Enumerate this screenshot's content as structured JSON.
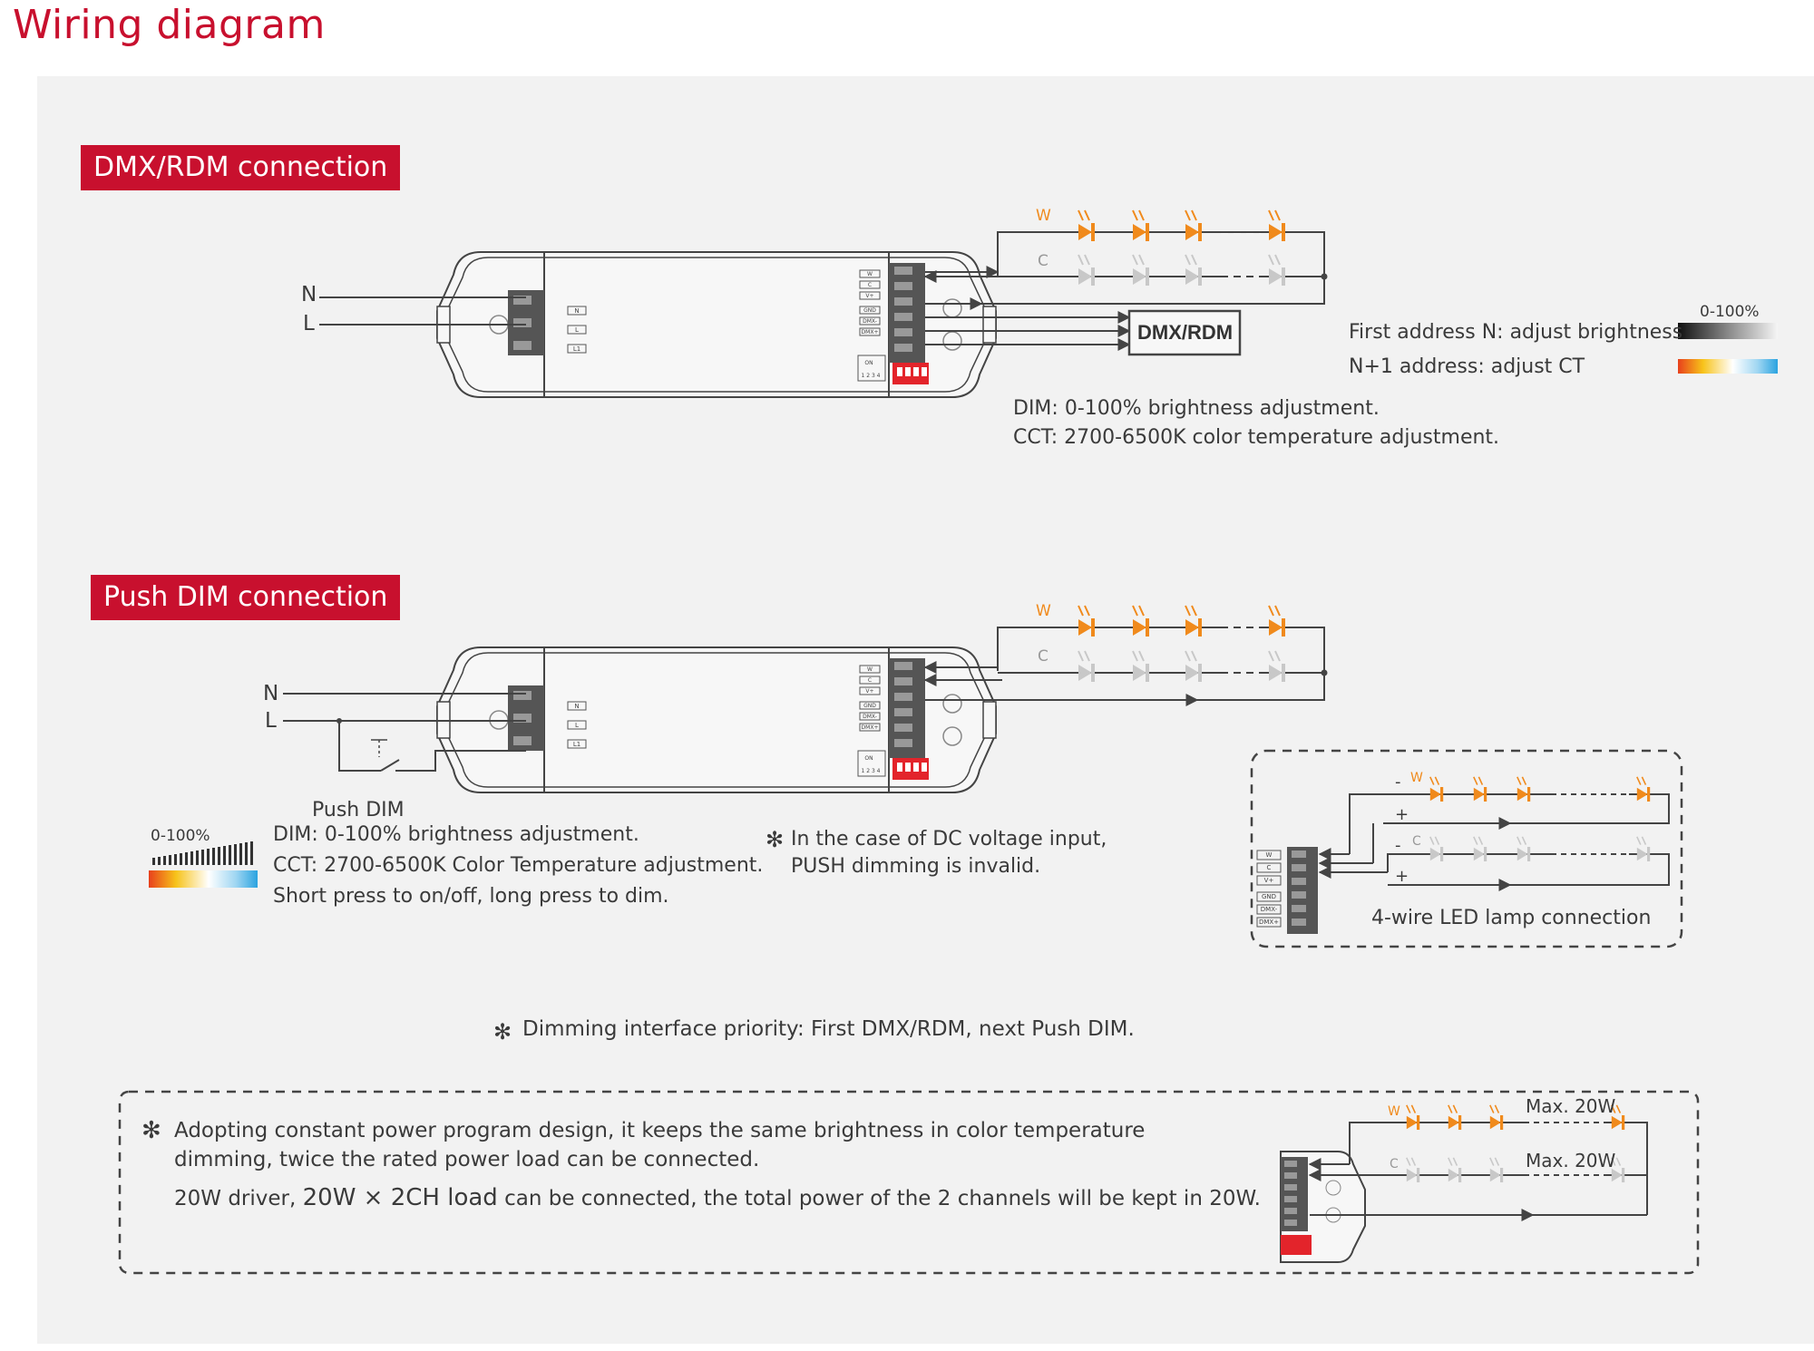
{
  "page_title": "Wiring diagram",
  "section1": {
    "tag": "DMX/RDM connection",
    "n_label": "N",
    "l_label": "L",
    "w_label": "W",
    "c_label": "C",
    "dmx_box": "DMX/RDM",
    "first_address": "First address N: adjust brightness",
    "second_address": "N+1 address: adjust CT",
    "range_label": "0-100%",
    "dim_line": "DIM: 0-100% brightness adjustment.",
    "cct_line": "CCT: 2700-6500K color temperature adjustment."
  },
  "section2": {
    "tag": "Push DIM connection",
    "n_label": "N",
    "l_label": "L",
    "w_label": "W",
    "c_label": "C",
    "push_dim_label": "Push DIM",
    "range_label": "0-100%",
    "dim_line": "DIM: 0-100% brightness adjustment.",
    "cct_line": "CCT: 2700-6500K Color Temperature adjustment.",
    "press_line": "Short press to on/off, long press to dim.",
    "dc_note_line1": "In the case of DC voltage input,",
    "dc_note_line2": "PUSH dimming is invalid."
  },
  "four_wire": {
    "caption": "4-wire LED lamp connection",
    "w_label": "W",
    "c_label": "C",
    "minus": "-",
    "plus": "+"
  },
  "priority_note": "Dimming interface priority: First DMX/RDM, next Push DIM.",
  "power_note": {
    "line1": "Adopting constant power program design, it keeps the same brightness in color temperature",
    "line2": "dimming, twice the rated power load can be connected.",
    "line3_pre": "20W driver,",
    "line3_highlight": "20W × 2CH load",
    "line3_post": "can be connected, the total power of the 2 channels will be kept in 20W.",
    "max_w": "Max. 20W",
    "max_c": "Max. 20W",
    "w_label": "W",
    "c_label": "C"
  },
  "terminal_labels": {
    "input": [
      "N",
      "L",
      "L1"
    ],
    "output": [
      "W",
      "C",
      "V+",
      "GND",
      "DMX-",
      "DMX+"
    ],
    "dip": "ON",
    "dip_nums": "1 2 3 4"
  },
  "colors": {
    "brand_red": "#c8102e",
    "led_orange": "#f08a1c",
    "led_gray": "#c8c8c8",
    "line": "#444444"
  }
}
